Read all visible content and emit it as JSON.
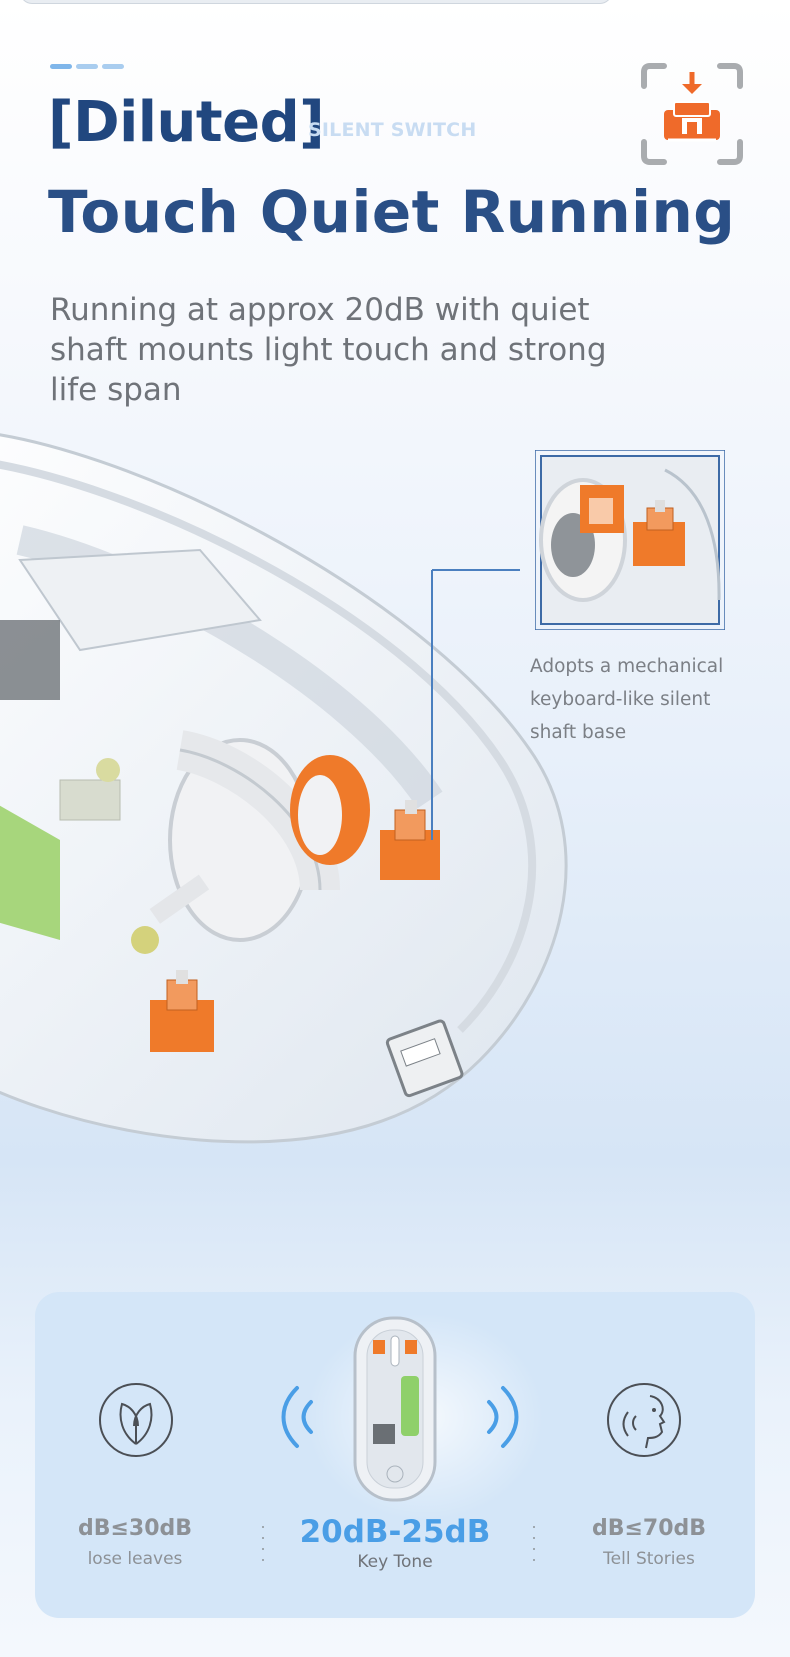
{
  "header": {
    "title_line1": "[Diluted]",
    "subtag": "SILENT SWITCH",
    "title_line2": "Touch Quiet Running"
  },
  "description": "Running at approx 20dB with quiet shaft mounts light touch and strong life span",
  "callout": "Adopts a mechanical keyboard-like silent shaft base",
  "icons": {
    "top_right": "switch-press-icon",
    "left_stat": "leaf-icon",
    "right_stat": "whisper-face-icon"
  },
  "colors": {
    "title_blue": "#21477f",
    "accent_orange": "#ef6a2a",
    "highlight_blue": "#4a9ee6",
    "panel_bg": "#d4e6f8"
  },
  "comparison": {
    "left": {
      "value": "dB≤30dB",
      "label": "lose leaves"
    },
    "center": {
      "value": "20dB-25dB",
      "label": "Key Tone"
    },
    "right": {
      "value": "dB≤70dB",
      "label": "Tell Stories"
    }
  }
}
